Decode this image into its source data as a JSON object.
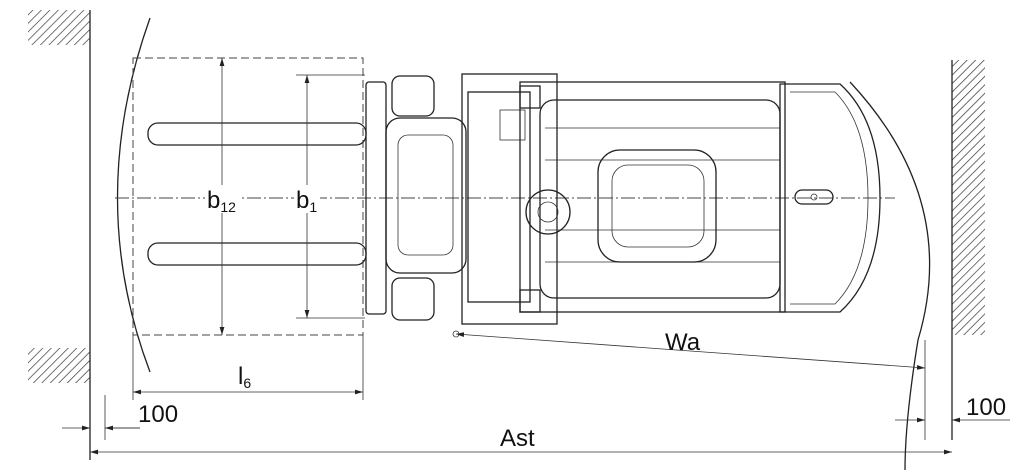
{
  "diagram": {
    "labels": {
      "b12_main": "b",
      "b12_sub": "12",
      "b1_main": "b",
      "b1_sub": "1",
      "wa": "Wa",
      "l6_main": "l",
      "l6_sub": "6",
      "clearance_left": "100",
      "clearance_right": "100",
      "ast": "Ast"
    }
  }
}
